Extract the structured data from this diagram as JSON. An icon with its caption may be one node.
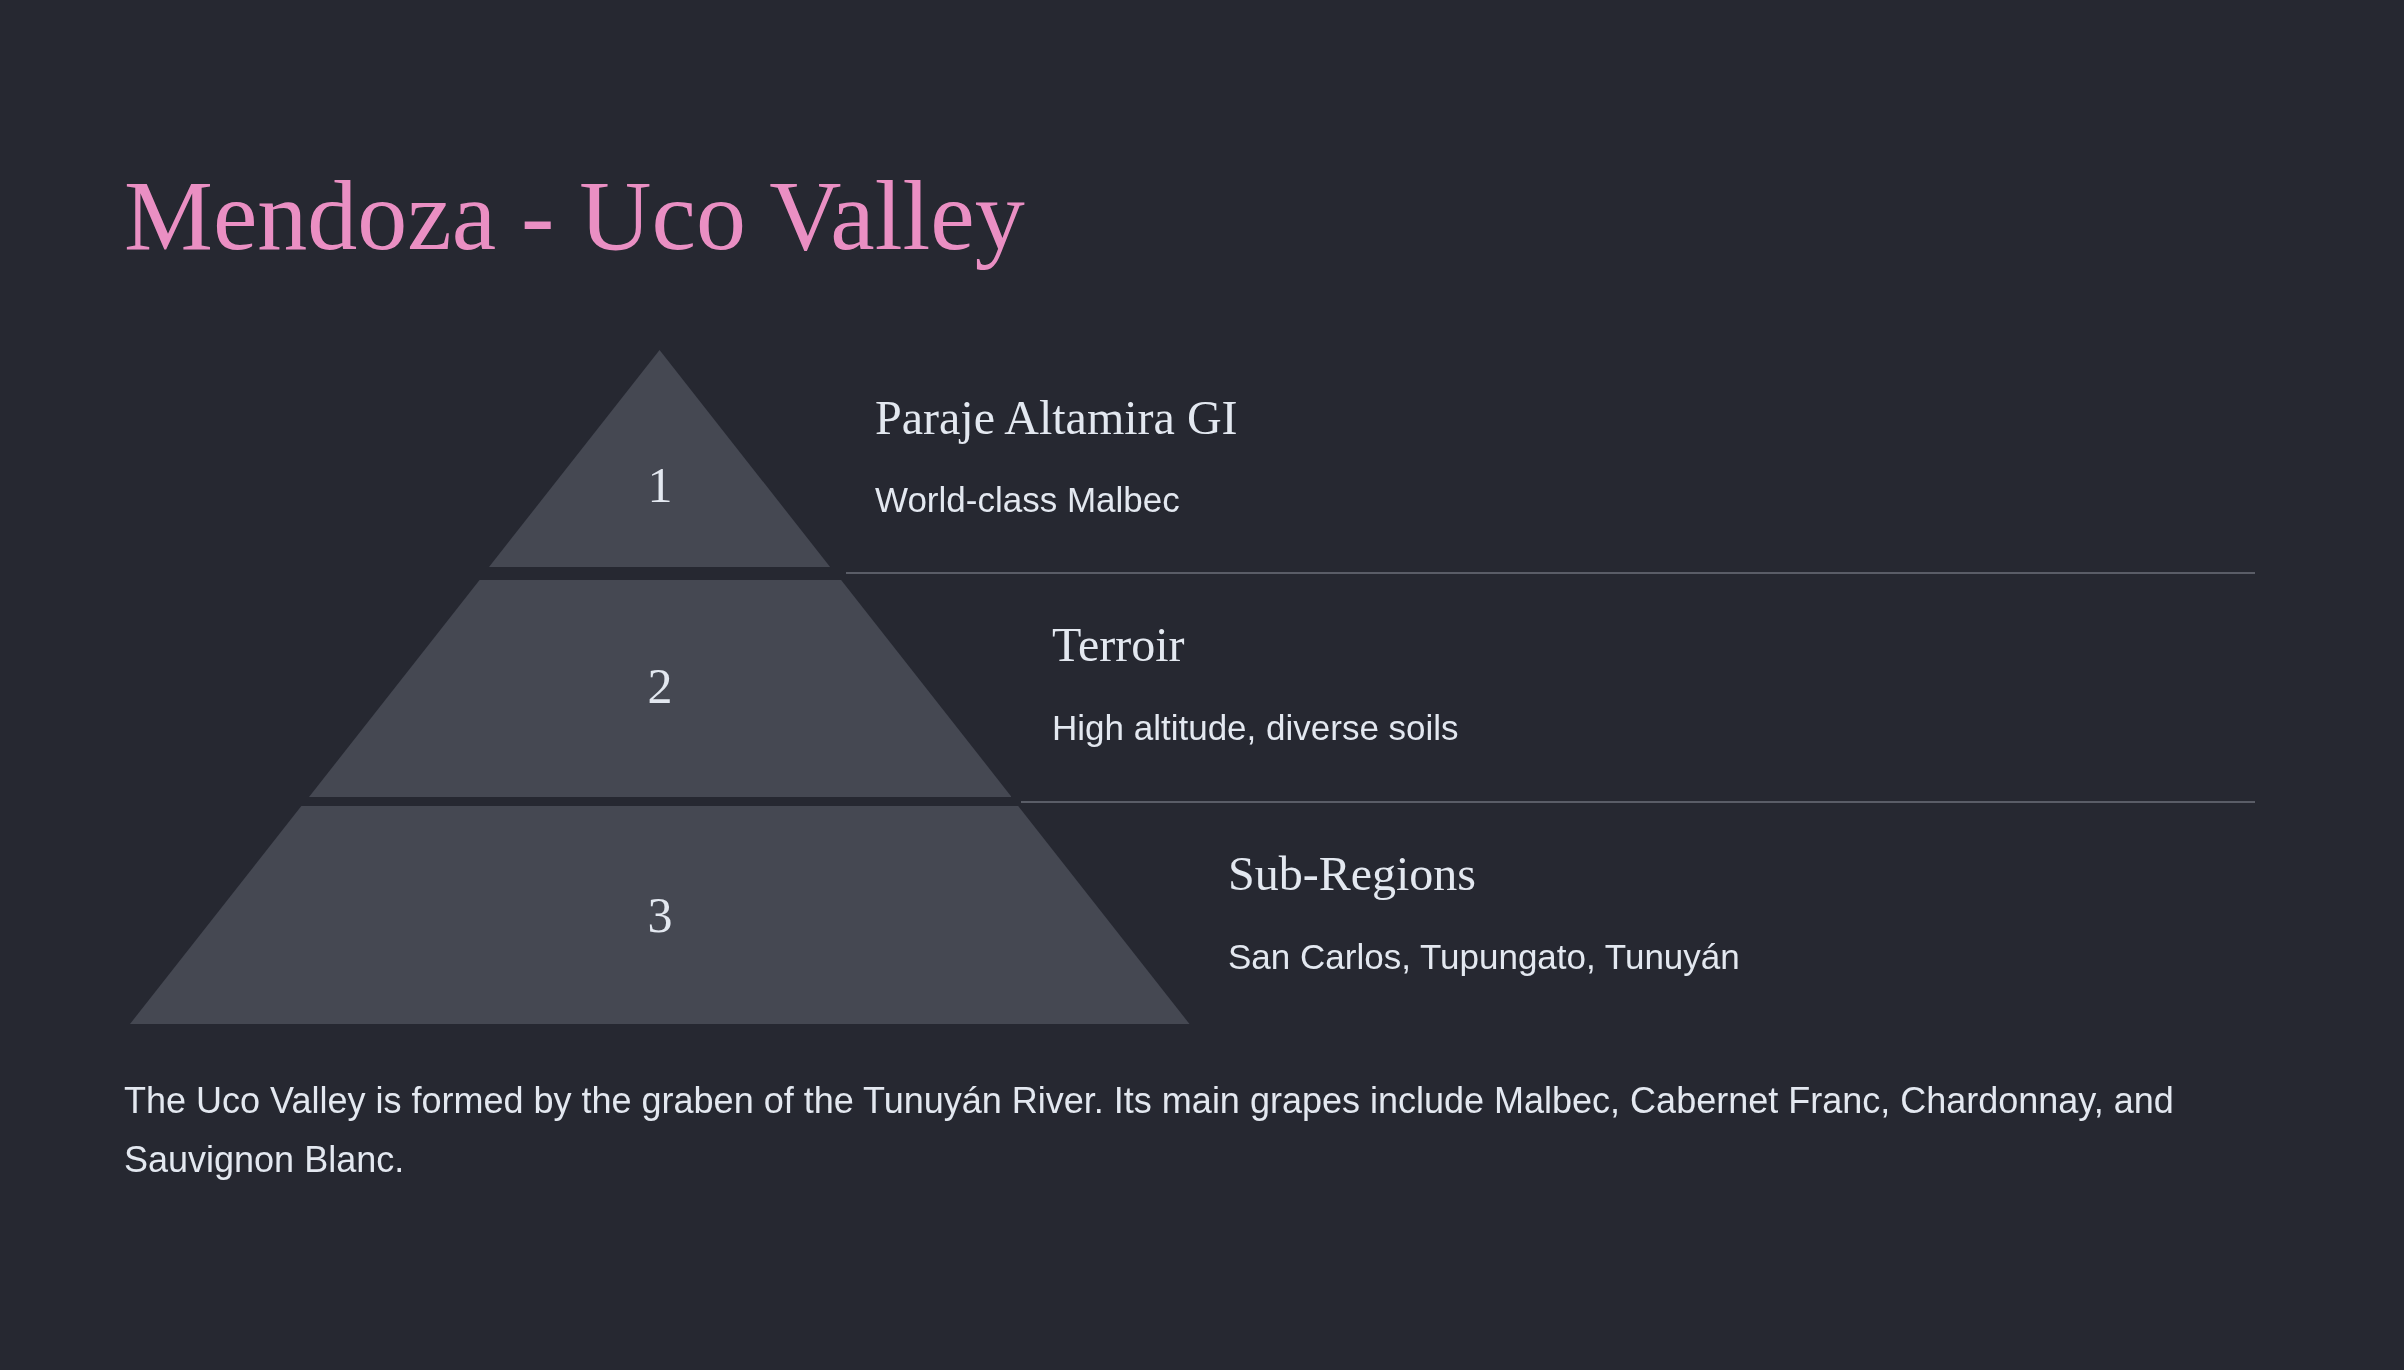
{
  "diagram": {
    "title": "Mendoza - Uco Valley",
    "nodes": [
      {
        "text": [
          "1"
        ],
        "beside": [
          "Paraje Altamira GI",
          "World-class Malbec"
        ]
      },
      {
        "text": [
          "2"
        ],
        "beside": [
          "Terroir",
          "High altitude, diverse soils"
        ]
      },
      {
        "text": [
          "3"
        ],
        "beside": [
          "Sub-Regions",
          "San Carlos, Tupungato, Tunuyán"
        ]
      }
    ],
    "caption": "The Uco Valley is formed by the graben of the Tunuyán River. Its main grapes include Malbec, Cabernet Franc, Chardonnay, and Sauvignon Blanc."
  }
}
